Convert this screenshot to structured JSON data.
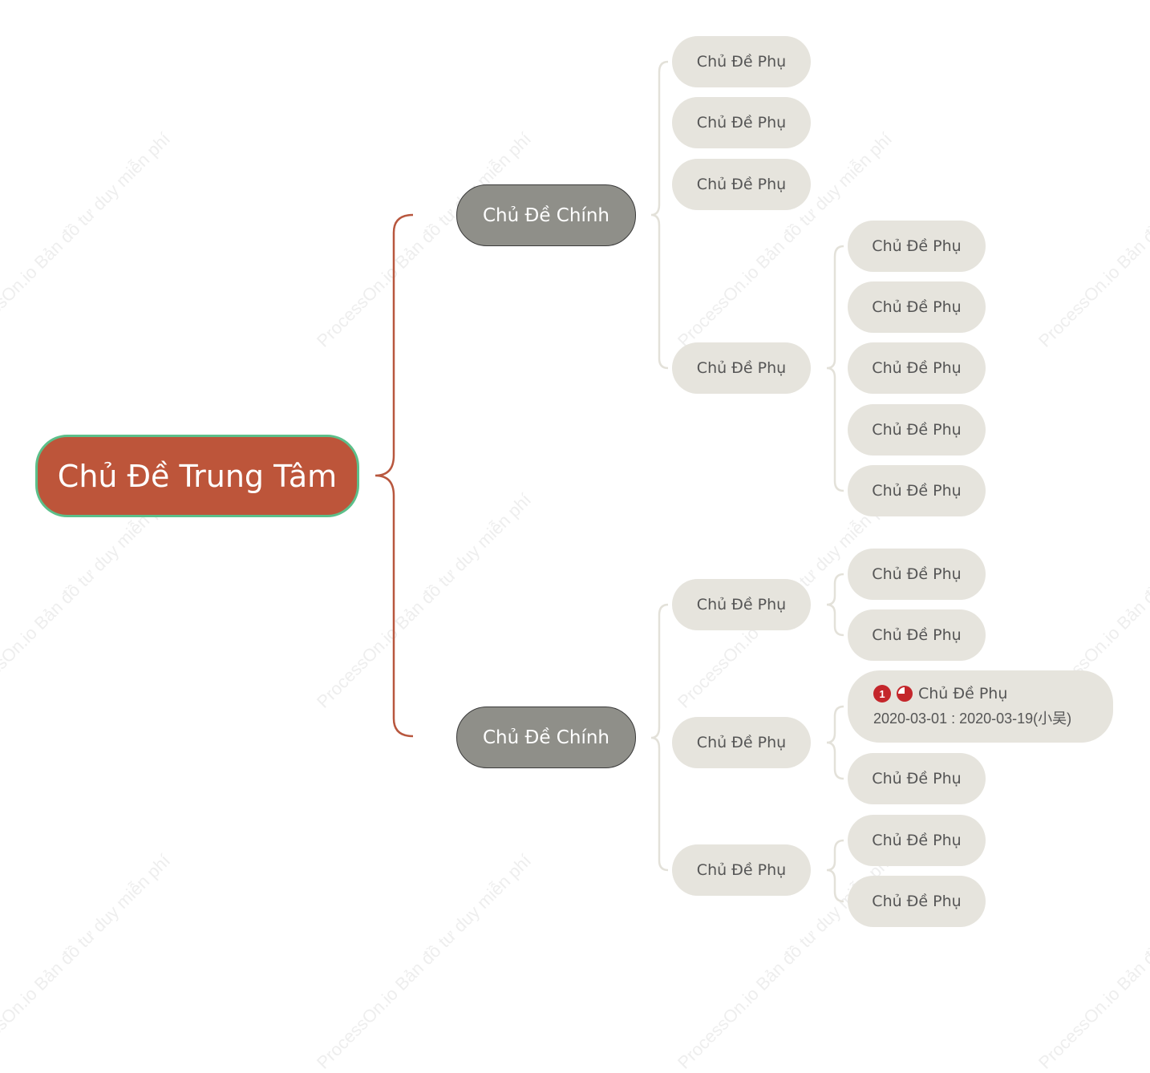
{
  "watermark_text": "ProcessOn.io Bản đồ tư duy miễn phí",
  "colors": {
    "root_fill": "#bd553a",
    "root_border": "#5cbf8a",
    "main_fill": "#8f8f89",
    "sub_fill": "#e6e4dd",
    "root_connector": "#b8573e",
    "sub_connector": "#e3e1d9",
    "priority_icon": "#c4262b"
  },
  "root": {
    "label": "Chủ Đề Trung Tâm"
  },
  "branches": [
    {
      "label": "Chủ Đề Chính",
      "children": [
        {
          "label": "Chủ Đề Phụ"
        },
        {
          "label": "Chủ Đề Phụ"
        },
        {
          "label": "Chủ Đề Phụ"
        },
        {
          "label": "Chủ Đề Phụ",
          "children": [
            {
              "label": "Chủ Đề Phụ"
            },
            {
              "label": "Chủ Đề Phụ"
            },
            {
              "label": "Chủ Đề Phụ"
            },
            {
              "label": "Chủ Đề Phụ"
            },
            {
              "label": "Chủ Đề Phụ"
            }
          ]
        }
      ]
    },
    {
      "label": "Chủ Đề Chính",
      "children": [
        {
          "label": "Chủ Đề Phụ",
          "children": [
            {
              "label": "Chủ Đề Phụ"
            },
            {
              "label": "Chủ Đề Phụ"
            }
          ]
        },
        {
          "label": "Chủ Đề Phụ",
          "children": [
            {
              "label": "Chủ Đề Phụ",
              "priority": "1",
              "progress_icon": "progress-75-icon",
              "task_info": "2020-03-01 : 2020-03-19(小吴)"
            },
            {
              "label": "Chủ Đề Phụ"
            }
          ]
        },
        {
          "label": "Chủ Đề Phụ",
          "children": [
            {
              "label": "Chủ Đề Phụ"
            },
            {
              "label": "Chủ Đề Phụ"
            }
          ]
        }
      ]
    }
  ]
}
